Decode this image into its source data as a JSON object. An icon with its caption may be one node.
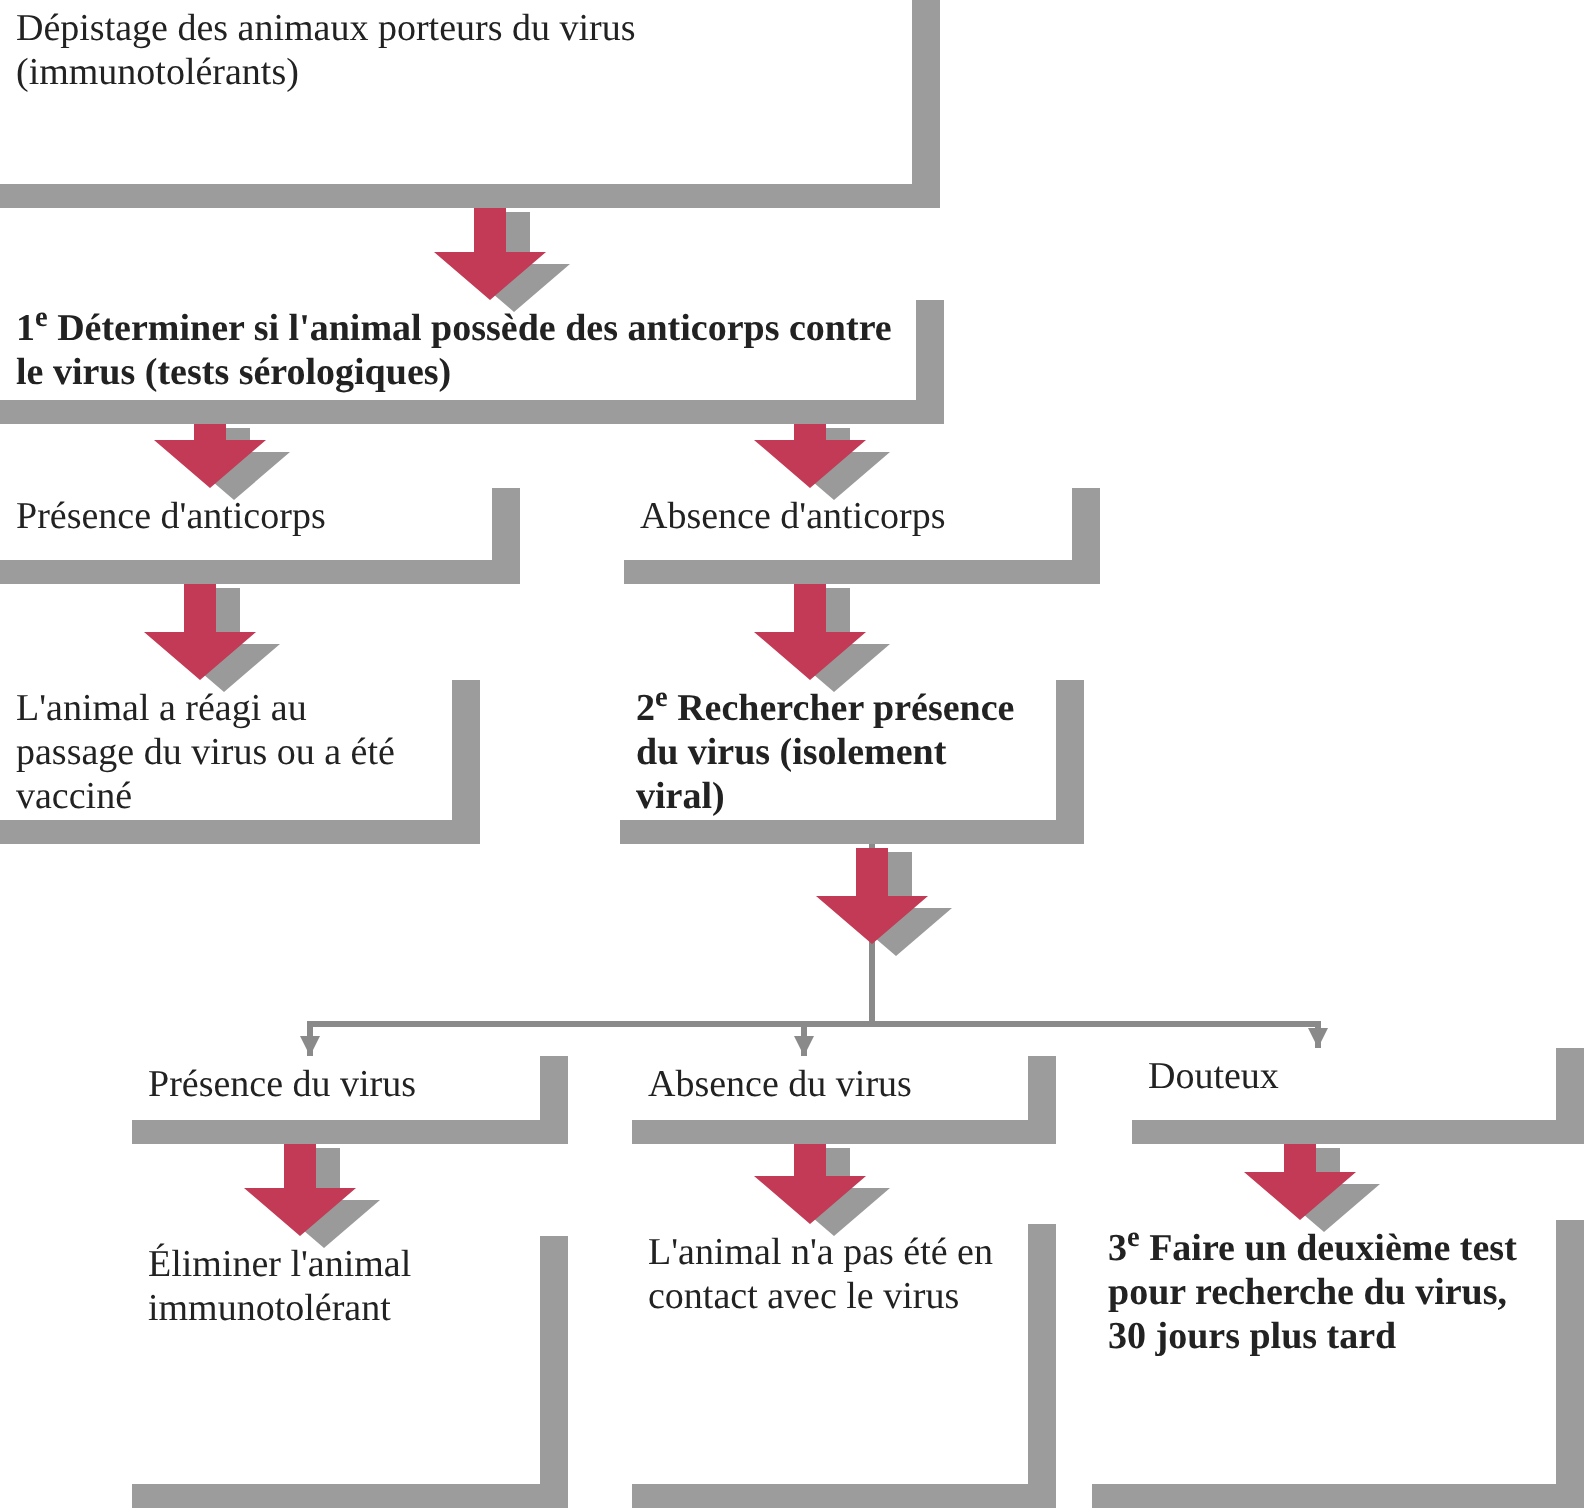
{
  "diagram": {
    "nodes": [
      {
        "text": [
          "Dépistage des animaux porteurs du virus (immunotolérants)"
        ]
      },
      {
        "text": [
          "1$^{e}$ Déterminer si l'animal possède des anticorps contre le virus (tests sérologiques)"
        ]
      },
      {
        "text": [
          "Présence d'anticorps"
        ]
      },
      {
        "text": [
          "Absence d'anticorps"
        ]
      },
      {
        "text": [
          "L'animal a réagi au passage du virus ou a été vacciné"
        ]
      },
      {
        "text": [
          "2$^{e}$ Rechercher présence du virus (isolement viral)"
        ]
      },
      {
        "text": [
          "Présence du virus"
        ]
      },
      {
        "text": [
          "Absence du virus"
        ]
      },
      {
        "text": [
          "Douteux"
        ]
      },
      {
        "text": [
          "Éliminer l'animal immunotolérant"
        ]
      },
      {
        "text": [
          "L'animal n'a pas été en contact avec le virus"
        ]
      },
      {
        "text": [
          "3$^{e}$ Faire un deuxième test pour recherche du virus, 30 jours plus tard"
        ]
      }
    ],
    "edges": [
      {
        "from": 0,
        "to": 1,
        "arrow": "to"
      },
      {
        "from": 1,
        "to": 2,
        "arrow": "to"
      },
      {
        "from": 1,
        "to": 3,
        "arrow": "to"
      },
      {
        "from": 2,
        "to": 4,
        "arrow": "to"
      },
      {
        "from": 3,
        "to": 5,
        "arrow": "to"
      },
      {
        "from": 5,
        "to": 6,
        "arrow": "to"
      },
      {
        "from": 5,
        "to": 7,
        "arrow": "to"
      },
      {
        "from": 5,
        "to": 8,
        "arrow": "to"
      },
      {
        "from": 6,
        "to": 9,
        "arrow": "to"
      },
      {
        "from": 7,
        "to": 10,
        "arrow": "to"
      },
      {
        "from": 8,
        "to": 11,
        "arrow": "to"
      }
    ]
  }
}
